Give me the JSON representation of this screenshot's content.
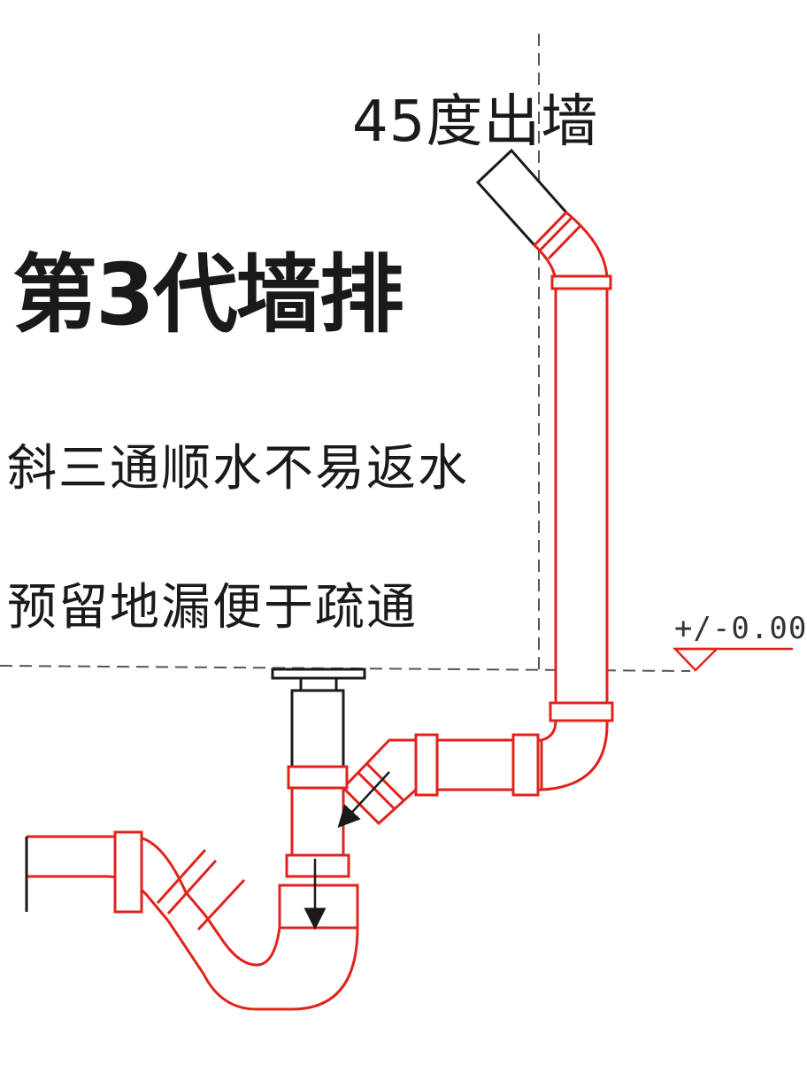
{
  "labels": {
    "top": "45度出墙",
    "title": "第3代墙排",
    "note1": "斜三通顺水不易返水",
    "note2": "预留地漏便于疏通",
    "level": "+/-0.00"
  },
  "colors": {
    "pipe": "#e0231c",
    "guide": "#555555",
    "text": "#1a1a1a",
    "background": "#ffffff"
  }
}
